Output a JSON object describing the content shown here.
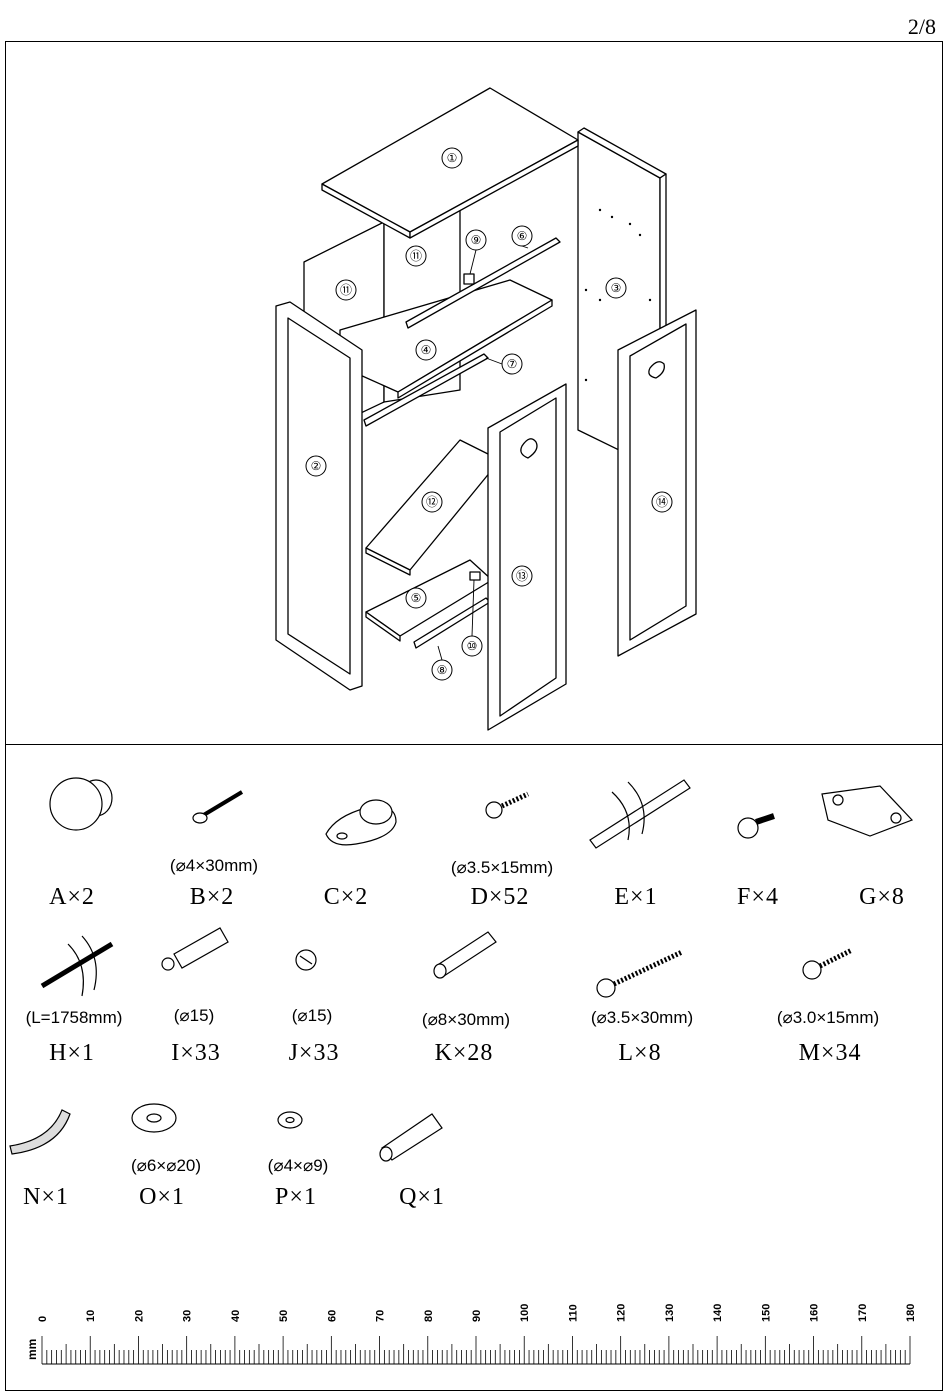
{
  "page_number": "2/8",
  "callouts": [
    "①",
    "②",
    "③",
    "④",
    "⑤",
    "⑥",
    "⑦",
    "⑧",
    "⑨",
    "⑩",
    "⑪",
    "⑫",
    "⑬",
    "⑭"
  ],
  "hardware": [
    {
      "letter_qty": "A×2",
      "spec": "",
      "icon": "knob-icon"
    },
    {
      "letter_qty": "B×2",
      "spec": "(⌀4×30mm)",
      "icon": "bolt-icon"
    },
    {
      "letter_qty": "C×2",
      "spec": "",
      "icon": "rail-bracket-icon"
    },
    {
      "letter_qty": "D×52",
      "spec": "(⌀3.5×15mm)",
      "icon": "screw-icon"
    },
    {
      "letter_qty": "E×1",
      "spec": "",
      "icon": "hanging-rail-icon"
    },
    {
      "letter_qty": "F×4",
      "spec": "",
      "icon": "leveler-foot-icon"
    },
    {
      "letter_qty": "G×8",
      "spec": "",
      "icon": "hinge-icon"
    },
    {
      "letter_qty": "H×1",
      "spec": "(L=1758mm)",
      "icon": "strip-icon"
    },
    {
      "letter_qty": "I×33",
      "spec": "(⌀15)",
      "icon": "cam-bolt-icon"
    },
    {
      "letter_qty": "J×33",
      "spec": "(⌀15)",
      "icon": "cam-lock-icon"
    },
    {
      "letter_qty": "K×28",
      "spec": "(⌀8×30mm)",
      "icon": "dowel-icon"
    },
    {
      "letter_qty": "L×8",
      "spec": "(⌀3.5×30mm)",
      "icon": "long-screw-icon"
    },
    {
      "letter_qty": "M×34",
      "spec": "(⌀3.0×15mm)",
      "icon": "small-screw-icon"
    },
    {
      "letter_qty": "N×1",
      "spec": "",
      "icon": "strap-icon"
    },
    {
      "letter_qty": "O×1",
      "spec": "(⌀6×⌀20)",
      "icon": "large-washer-icon"
    },
    {
      "letter_qty": "P×1",
      "spec": "(⌀4×⌀9)",
      "icon": "small-washer-icon"
    },
    {
      "letter_qty": "Q×1",
      "spec": "",
      "icon": "wall-anchor-icon"
    }
  ],
  "ruler": {
    "unit": "mm",
    "labels": [
      "0",
      "10",
      "20",
      "30",
      "40",
      "50",
      "60",
      "70",
      "80",
      "90",
      "100",
      "110",
      "120",
      "130",
      "140",
      "150",
      "160",
      "170",
      "180"
    ]
  }
}
